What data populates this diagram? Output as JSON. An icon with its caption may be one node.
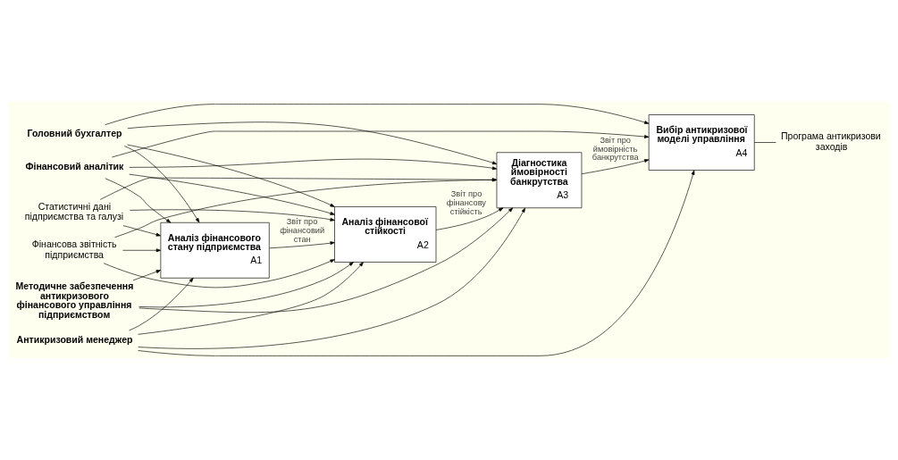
{
  "diagram": {
    "nodes": [
      {
        "text": [
          "Методичне забезпечення антикризового фінансового управління підприємством"
        ]
      },
      {
        "text": [
          "Фінансова звітність підприємства"
        ]
      },
      {
        "text": [
          "Статистичні дані підприємства та галузі"
        ]
      },
      {
        "text": [
          "Аналіз фінансового стану підприємства",
          "A1"
        ]
      },
      {
        "text": [
          "Аналіз фінансової стійкості",
          "A2"
        ]
      },
      {
        "text": [
          "Діагностика ймовірності банкрутства",
          "A3"
        ]
      },
      {
        "text": [
          "Вибір антикризової моделі управління",
          "A4"
        ]
      },
      {
        "text": [
          "Фінансовий аналітик"
        ]
      },
      {
        "text": [
          "Головний бухгалтер"
        ]
      },
      {
        "text": [
          "Антикризовий менеджер"
        ]
      },
      {
        "text": [
          "Програма антикризови заходів"
        ]
      }
    ],
    "edges": [
      {
        "from": 0,
        "to": 3,
        "arrow": "to"
      },
      {
        "from": 0,
        "to": 4,
        "arrow": "to"
      },
      {
        "from": 0,
        "to": 5,
        "arrow": "to"
      },
      {
        "from": 1,
        "to": 3,
        "arrow": "to"
      },
      {
        "from": 1,
        "to": 4,
        "arrow": "to"
      },
      {
        "from": 1,
        "to": 5,
        "arrow": "to"
      },
      {
        "from": 2,
        "to": 3,
        "arrow": "to"
      },
      {
        "from": 2,
        "to": 4,
        "arrow": "to"
      },
      {
        "from": 2,
        "to": 5,
        "arrow": "to"
      },
      {
        "from": 3,
        "to": 4,
        "arrow": "to",
        "label": "Звіт про фінансовий стан"
      },
      {
        "from": 4,
        "to": 5,
        "arrow": "to",
        "label": "Звіт про фінансову стійкість"
      },
      {
        "from": 5,
        "to": 6,
        "arrow": "to",
        "label": "Звіт про ймовірність банкрутства"
      },
      {
        "from": 6,
        "to": 10,
        "arrow": "none"
      },
      {
        "from": 7,
        "to": 3,
        "arrow": "to"
      },
      {
        "from": 7,
        "to": 4,
        "arrow": "to"
      },
      {
        "from": 7,
        "to": 5,
        "arrow": "to"
      },
      {
        "from": 7,
        "to": 6,
        "arrow": "to"
      },
      {
        "from": 8,
        "to": 3,
        "arrow": "to"
      },
      {
        "from": 8,
        "to": 4,
        "arrow": "to"
      },
      {
        "from": 8,
        "to": 5,
        "arrow": "to"
      },
      {
        "from": 8,
        "to": 6,
        "arrow": "to"
      },
      {
        "from": 9,
        "to": 3,
        "arrow": "to"
      },
      {
        "from": 9,
        "to": 4,
        "arrow": "to"
      },
      {
        "from": 9,
        "to": 5,
        "arrow": "to"
      },
      {
        "from": 9,
        "to": 6,
        "arrow": "to"
      }
    ]
  }
}
